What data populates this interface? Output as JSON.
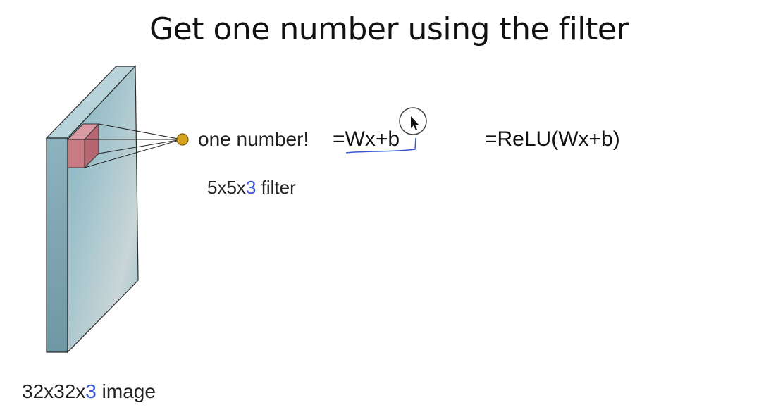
{
  "slide": {
    "title": "Get one number using the filter"
  },
  "labels": {
    "output": "one number!",
    "equation": "=Wx+b",
    "relu_equation": "=ReLU(Wx+b)",
    "filter_prefix": "5x5x",
    "filter_depth": "3",
    "filter_suffix": " filter",
    "image_prefix": "32x32x",
    "image_depth": "3",
    "image_suffix": " image"
  },
  "colors": {
    "volume_front": "#9cc0cc",
    "volume_side": "#6f9aa8",
    "volume_top": "#b8d3da",
    "filter_cube": "#c97b84",
    "output_dot": "#d6a21e",
    "depth_accent": "#3a56d6",
    "annotation": "#3a56d6"
  },
  "icons": {
    "cursor": "cursor-arrow-icon"
  }
}
